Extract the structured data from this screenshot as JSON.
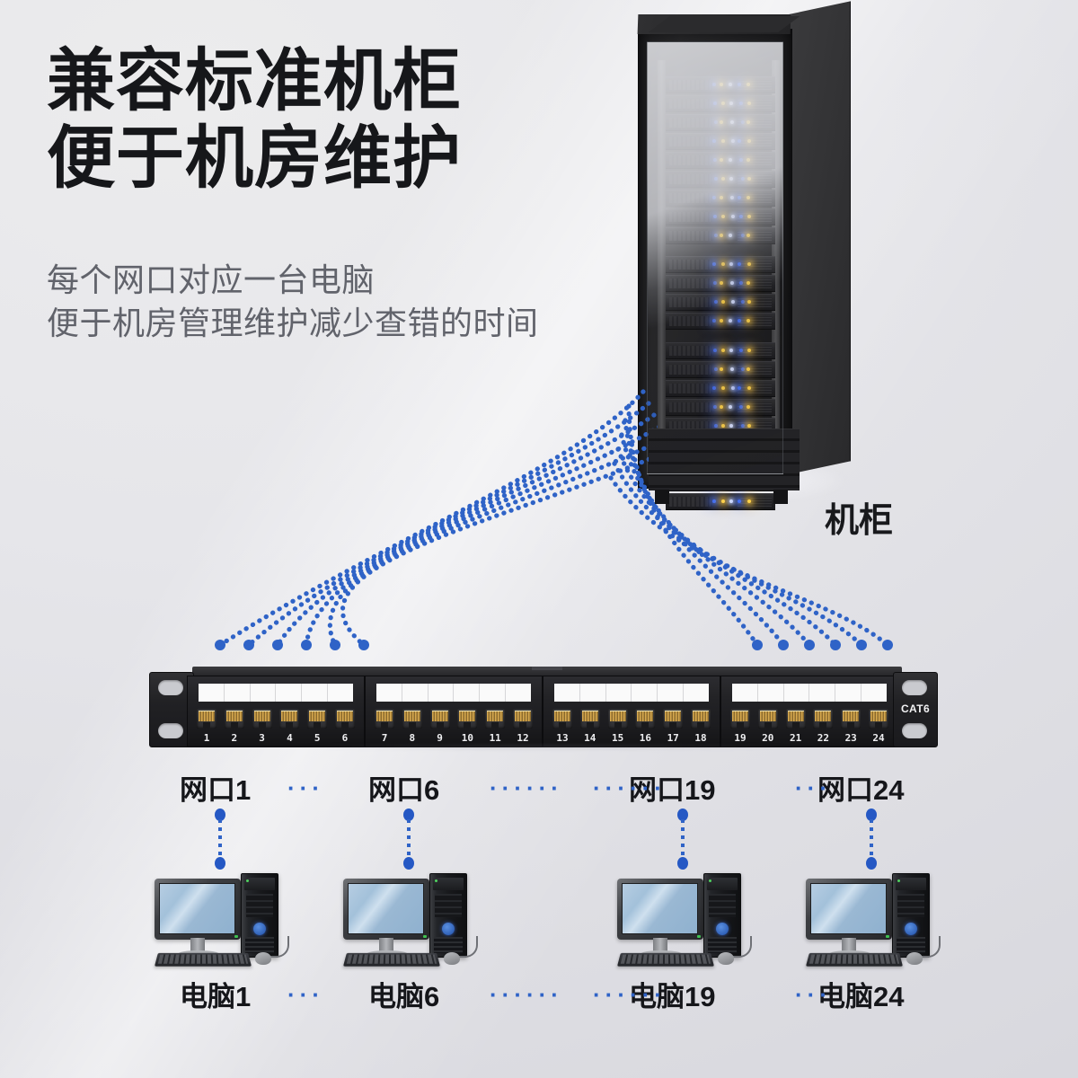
{
  "headline": {
    "line1": "兼容标准机柜",
    "line2": "便于机房维护"
  },
  "subhead": {
    "line1": "每个网口对应一台电脑",
    "line2": "便于机房管理维护减少查错的时间"
  },
  "rack": {
    "label": "机柜"
  },
  "panel": {
    "standard_label": "CAT6",
    "modules": [
      {
        "ports": [
          "1",
          "2",
          "3",
          "4",
          "5",
          "6"
        ]
      },
      {
        "ports": [
          "7",
          "8",
          "9",
          "10",
          "11",
          "12"
        ]
      },
      {
        "ports": [
          "13",
          "14",
          "15",
          "16",
          "17",
          "18"
        ]
      },
      {
        "ports": [
          "19",
          "20",
          "21",
          "22",
          "23",
          "24"
        ]
      }
    ]
  },
  "port_row": {
    "labels": [
      "网口1",
      "网口6",
      "网口19",
      "网口24"
    ],
    "ellipsis": [
      "···",
      "······",
      "······",
      "···"
    ]
  },
  "computer_row": {
    "labels": [
      "电脑1",
      "电脑6",
      "电脑19",
      "电脑24"
    ],
    "ellipsis": [
      "···",
      "······",
      "······",
      "···"
    ]
  },
  "colors": {
    "accent": "#2f63c7",
    "headline": "#16171a",
    "subhead": "#61636b",
    "background": "#e4e4e8",
    "rack_body": "#232326",
    "led_blue": "#3a6bff",
    "led_yellow": "#ffd24a"
  }
}
